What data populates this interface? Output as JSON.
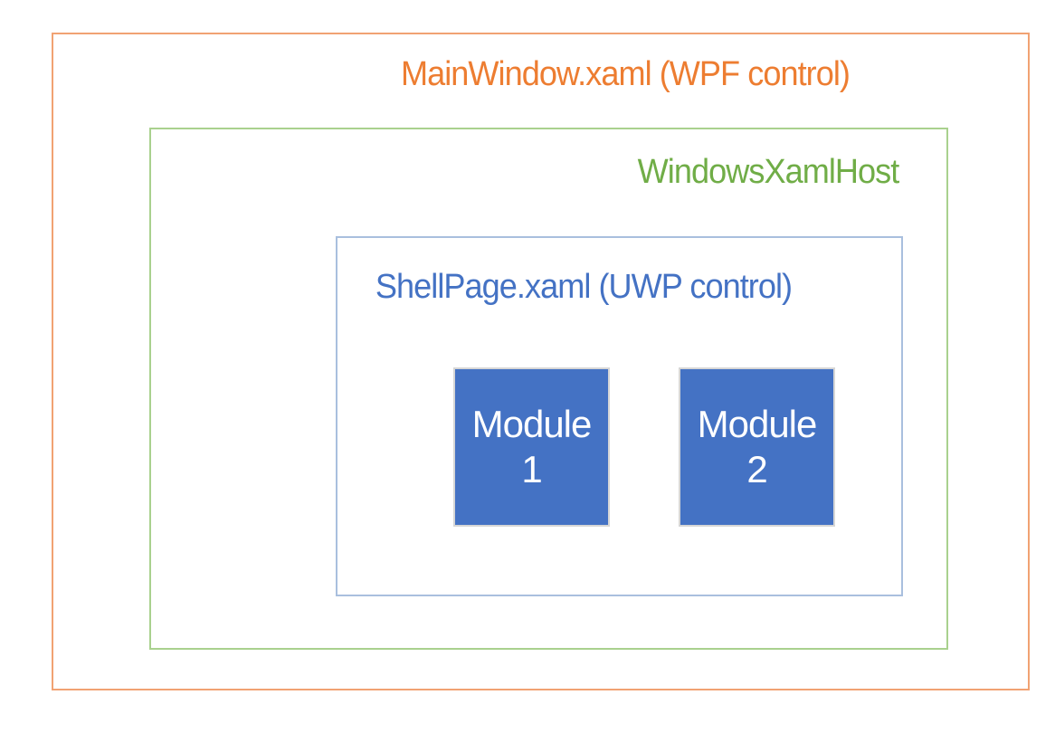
{
  "diagram": {
    "background_color": "#FFFFFF",
    "mainwindow": {
      "label": "MainWindow.xaml (WPF control)",
      "text_color": "#ED7D31",
      "border_color": "#F1A273"
    },
    "xamlhost": {
      "label": "WindowsXamlHost",
      "text_color": "#70AD47",
      "border_color": "#A9D18E"
    },
    "shellpage": {
      "label": "ShellPage.xaml (UWP control)",
      "text_color": "#4472C4",
      "border_color": "#A9BFDE"
    },
    "modules": [
      {
        "lines": [
          "Module",
          "1"
        ],
        "fill_color": "#4472C4",
        "text_color": "#FFFFFF",
        "border_color": "#D6D6D6"
      },
      {
        "lines": [
          "Module",
          "2"
        ],
        "fill_color": "#4472C4",
        "text_color": "#FFFFFF",
        "border_color": "#D6D6D6"
      }
    ]
  }
}
